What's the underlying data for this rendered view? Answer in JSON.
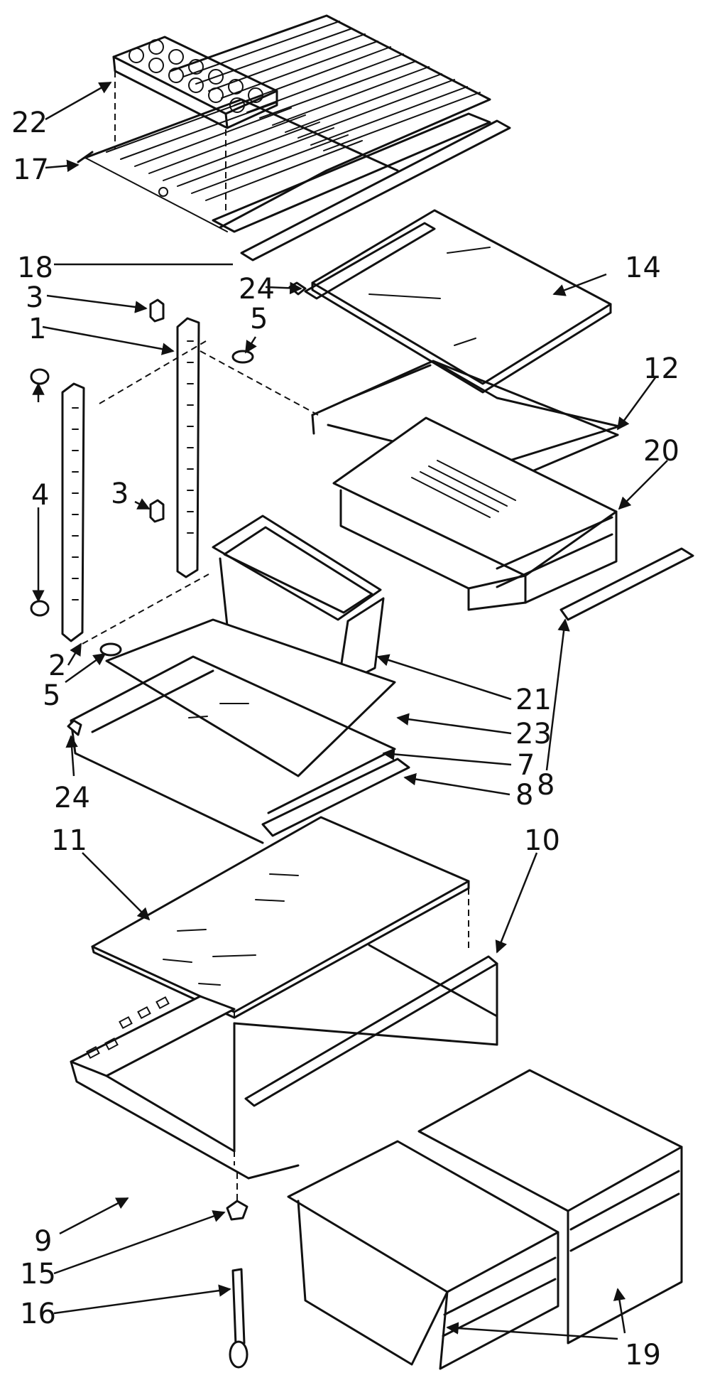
{
  "callouts": {
    "c1": "1",
    "c2": "2",
    "c3a": "3",
    "c3b": "3",
    "c4": "4",
    "c5a": "5",
    "c5b": "5",
    "c7": "7",
    "c8a": "8",
    "c8b": "8",
    "c9": "9",
    "c10": "10",
    "c11": "11",
    "c12": "12",
    "c14": "14",
    "c15": "15",
    "c16": "16",
    "c17": "17",
    "c18": "18",
    "c19": "19",
    "c20": "20",
    "c21": "21",
    "c22": "22",
    "c23": "23",
    "c24a": "24",
    "c24b": "24"
  }
}
